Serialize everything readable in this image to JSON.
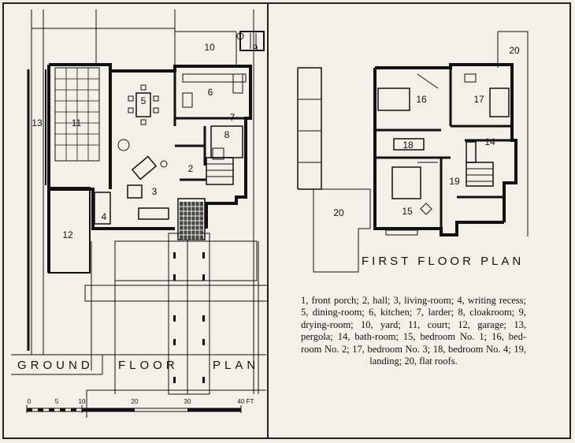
{
  "ground_plan": {
    "words": [
      "GROUND",
      "FLOOR",
      "PLAN"
    ],
    "rooms": [
      "10",
      "9",
      "5",
      "6",
      "13",
      "11",
      "7",
      "8",
      "2",
      "3",
      "4",
      "12"
    ]
  },
  "first_plan": {
    "title": "FIRST FLOOR PLAN",
    "rooms": [
      "20",
      "16",
      "17",
      "18",
      "14",
      "19",
      "20",
      "15"
    ]
  },
  "scale": {
    "ticks": [
      "0",
      "5",
      "10",
      "20",
      "30",
      "40 FT"
    ]
  },
  "legend": {
    "text": "1, front porch; 2, hall; 3, living-room; 4, writing recess; 5, dining-room; 6, kitchen; 7, larder; 8, cloakroom; 9, drying-room; 10, yard; 11, court; 12, garage; 13, pergola; 14, bath-room; 15, bedroom No. 1; 16, bed-room No. 2; 17, bedroom No. 3; 18, bedroom No. 4; 19, landing; 20, flat roofs."
  }
}
